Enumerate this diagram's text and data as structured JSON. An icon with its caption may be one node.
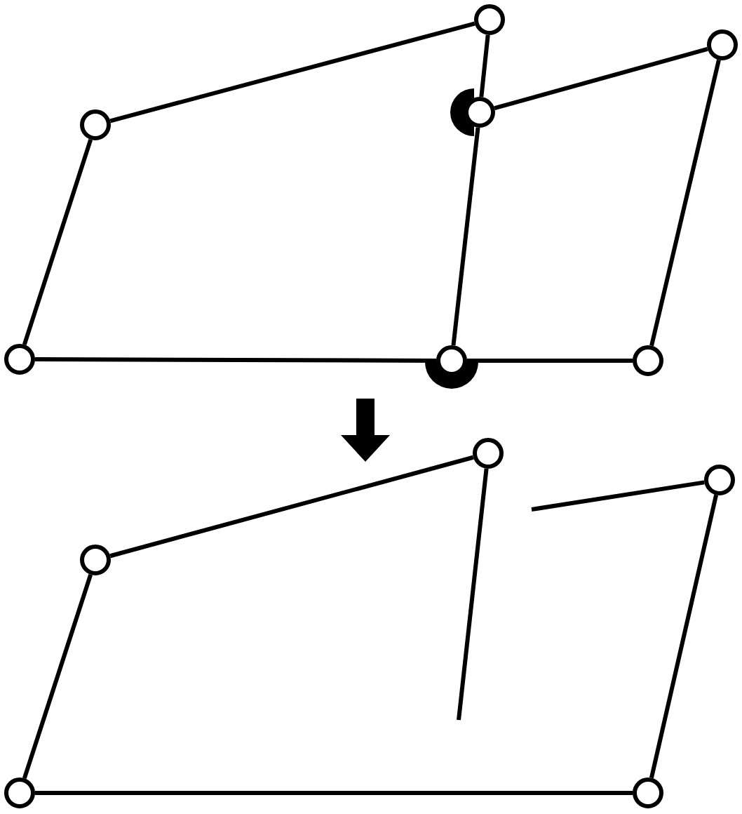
{
  "diagram": {
    "nodes": [
      {
        "text": [],
        "shape": "circle"
      },
      {
        "text": [],
        "shape": "circle"
      },
      {
        "text": [],
        "shape": "circle"
      },
      {
        "text": [],
        "shape": "circle"
      },
      {
        "text": [],
        "shape": "circle"
      },
      {
        "text": [],
        "shape": "circle"
      },
      {
        "text": [],
        "shape": "circle"
      },
      {
        "text": [],
        "shape": "circle"
      },
      {
        "text": [],
        "shape": "circle"
      },
      {
        "text": [],
        "shape": "circle"
      },
      {
        "text": [],
        "shape": "circle"
      },
      {
        "text": [],
        "shape": "circle"
      }
    ],
    "edges": [
      {
        "from": 3,
        "to": 0,
        "arrow": "none"
      },
      {
        "from": 3,
        "to": 4,
        "arrow": "none"
      },
      {
        "from": 4,
        "to": 5,
        "arrow": "none"
      },
      {
        "from": 5,
        "to": 6,
        "arrow": "none"
      },
      {
        "from": 0,
        "to": 2,
        "arrow": "none"
      },
      {
        "from": 2,
        "to": 5,
        "arrow": "none"
      },
      {
        "from": 2,
        "to": 1,
        "arrow": "none"
      },
      {
        "from": 1,
        "to": 6,
        "arrow": "none"
      },
      {
        "from": 9,
        "to": 7,
        "arrow": "none"
      },
      {
        "from": 9,
        "to": 10,
        "arrow": "none"
      },
      {
        "from": 10,
        "to": 11,
        "arrow": "none"
      },
      {
        "from": 11,
        "to": 8,
        "arrow": "none"
      },
      {
        "from": 7,
        "to": null,
        "arrow": "none"
      },
      {
        "from": 8,
        "to": null,
        "arrow": "none"
      }
    ]
  }
}
